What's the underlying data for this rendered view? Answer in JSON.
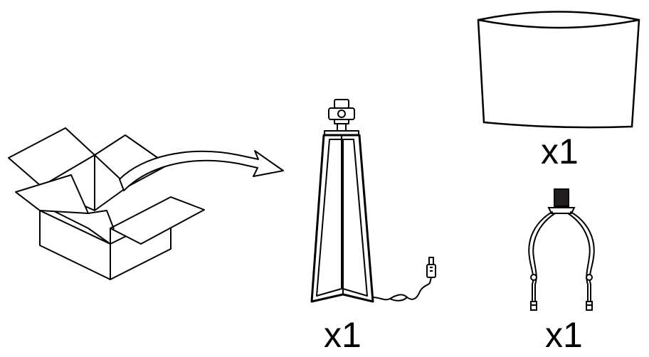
{
  "parts": [
    {
      "id": "lamp-shade",
      "quantity": "x1",
      "icon": "lamp-shade-icon"
    },
    {
      "id": "lamp-base",
      "quantity": "x1",
      "icon": "lamp-base-icon"
    },
    {
      "id": "harp",
      "quantity": "x1",
      "icon": "harp-icon"
    }
  ],
  "box_icon": "open-box-icon",
  "arrow_icon": "curved-arrow-icon",
  "colors": {
    "stroke": "#000000",
    "background": "#ffffff",
    "socket_fill": "#231f20"
  }
}
